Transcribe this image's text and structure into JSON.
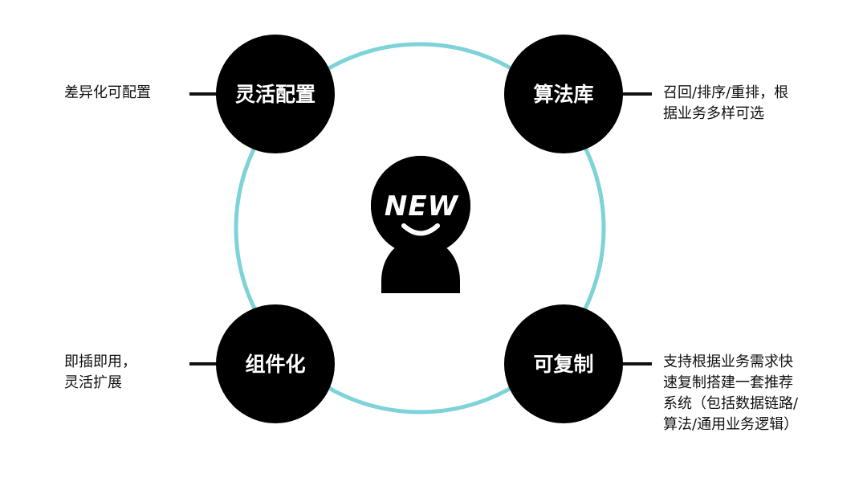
{
  "center": {
    "badge_text": "NEW"
  },
  "nodes": [
    {
      "id": "top-left",
      "label": "灵活配置",
      "description_lines": [
        "差异化可配置"
      ]
    },
    {
      "id": "top-right",
      "label": "算法库",
      "description_lines": [
        "召回/排序/重排，根",
        "据业务多样可选"
      ]
    },
    {
      "id": "bottom-left",
      "label": "组件化",
      "description_lines": [
        "即插即用，",
        "灵活扩展"
      ]
    },
    {
      "id": "bottom-right",
      "label": "可复制",
      "description_lines": [
        "支持根据业务需求快",
        "速复制搭建一套推荐",
        "系统（包括数据链路/",
        "算法/通用业务逻辑）"
      ]
    }
  ],
  "colors": {
    "ring": "#7ed3d8",
    "node_fill": "#000000",
    "node_text": "#ffffff",
    "connector": "#111111"
  }
}
